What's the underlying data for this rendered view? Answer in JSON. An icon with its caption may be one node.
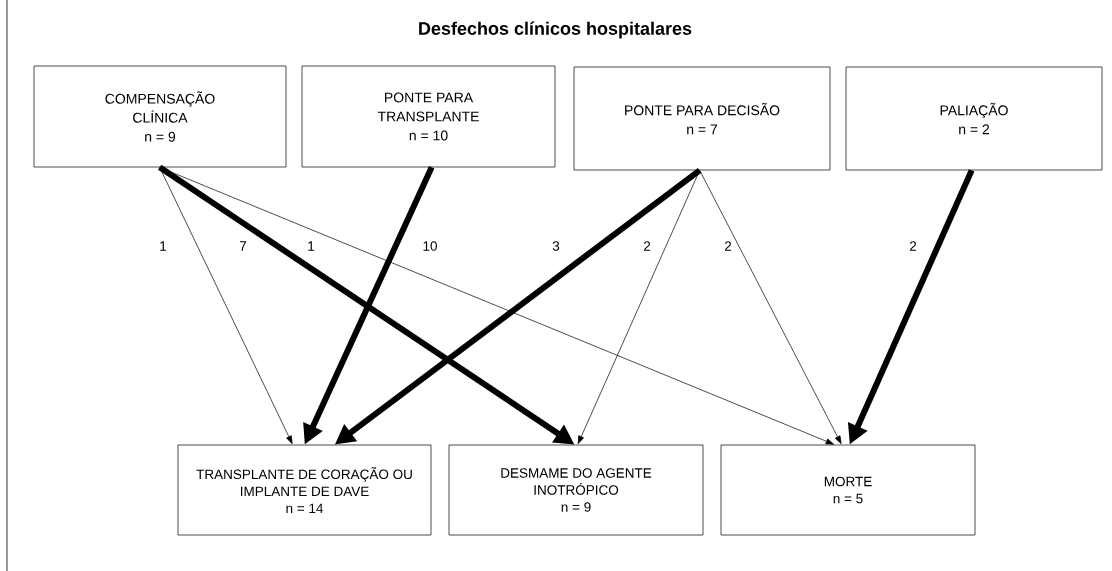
{
  "diagram": {
    "title": "Desfechos clínicos hospitalares",
    "nodes": [
      {
        "text": [
          "COMPENSAÇÃO CLÍNICA",
          "n = 9"
        ]
      },
      {
        "text": [
          "PONTE PARA TRANSPLANTE",
          "n = 10"
        ]
      },
      {
        "text": [
          "PONTE PARA DECISÃO",
          "n = 7"
        ]
      },
      {
        "text": [
          "PALIAÇÃO",
          "n = 2"
        ]
      },
      {
        "text": [
          "TRANSPLANTE DE CORAÇÃO OU IMPLANTE DE DAVE",
          "n = 14"
        ]
      },
      {
        "text": [
          "DESMAME DO AGENTE INOTRÓPICO",
          "n = 9"
        ]
      },
      {
        "text": [
          "MORTE",
          "n = 5"
        ]
      }
    ],
    "edges": [
      {
        "from": 0,
        "to": 4,
        "arrow": "to",
        "label": "1"
      },
      {
        "from": 0,
        "to": 5,
        "arrow": "to",
        "label": "7",
        "style": "thick"
      },
      {
        "from": 0,
        "to": 6,
        "arrow": "to",
        "label": "1"
      },
      {
        "from": 1,
        "to": 4,
        "arrow": "to",
        "label": "10",
        "style": "thick"
      },
      {
        "from": 2,
        "to": 4,
        "arrow": "to",
        "label": "3",
        "style": "thick"
      },
      {
        "from": 2,
        "to": 5,
        "arrow": "to",
        "label": "2"
      },
      {
        "from": 2,
        "to": 6,
        "arrow": "to",
        "label": "2"
      },
      {
        "from": 3,
        "to": 6,
        "arrow": "to",
        "label": "2",
        "style": "thick"
      }
    ]
  }
}
